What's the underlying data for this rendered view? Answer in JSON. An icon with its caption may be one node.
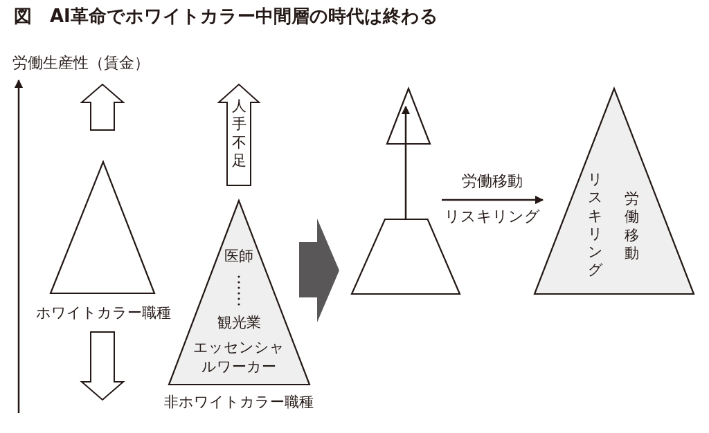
{
  "diagram": {
    "title": "図　AI革命でホワイトカラー中間層の時代は終わる",
    "nodes": [
      {
        "text": [
          "ホワイトカラー職種"
        ]
      },
      {
        "text": [
          "医師",
          "観光業",
          "エッセンシャルワーカー",
          "非ホワイトカラー職種"
        ]
      },
      {
        "text": [
          "人手不足"
        ]
      },
      {
        "text": [],
        "shape": "triangle"
      },
      {
        "text": [],
        "shape": "trapezoid"
      },
      {
        "text": [
          "リスキリング",
          "労働移動"
        ]
      }
    ],
    "edges": [
      {
        "from": 1,
        "to": 4,
        "arrow": "to",
        "style": "thick",
        "color": "#595757"
      },
      {
        "from": 4,
        "to": 3,
        "arrow": "to"
      },
      {
        "from": 4,
        "to": 5,
        "arrow": "to",
        "label": "労働移動"
      }
    ],
    "labels": [
      "労働生産性（賃金）",
      "リスキリング"
    ]
  }
}
